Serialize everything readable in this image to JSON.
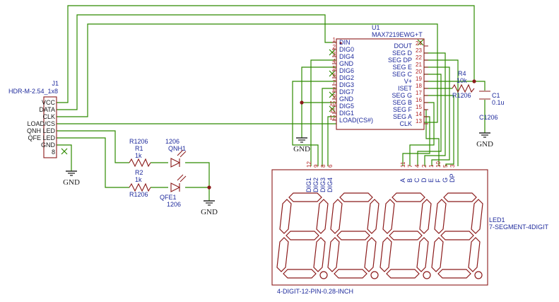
{
  "u1": {
    "ref": "U1",
    "value": "MAX7219EWG+T",
    "left_pins": [
      {
        "num": "1",
        "name": "DIN"
      },
      {
        "num": "2",
        "name": "DIG0"
      },
      {
        "num": "3",
        "name": "DIG4"
      },
      {
        "num": "4",
        "name": "GND"
      },
      {
        "num": "5",
        "name": "DIG6"
      },
      {
        "num": "6",
        "name": "DIG2"
      },
      {
        "num": "7",
        "name": "DIG3"
      },
      {
        "num": "8",
        "name": "DIG7"
      },
      {
        "num": "9",
        "name": "GND"
      },
      {
        "num": "10",
        "name": "DIG5"
      },
      {
        "num": "11",
        "name": "DIG1"
      },
      {
        "num": "12",
        "name": "LOAD(CS#)"
      }
    ],
    "right_pins": [
      {
        "num": "24",
        "name": "DOUT"
      },
      {
        "num": "23",
        "name": "SEG D"
      },
      {
        "num": "22",
        "name": "SEG DP"
      },
      {
        "num": "21",
        "name": "SEG E"
      },
      {
        "num": "20",
        "name": "SEG C"
      },
      {
        "num": "19",
        "name": "V+"
      },
      {
        "num": "18",
        "name": "ISET"
      },
      {
        "num": "17",
        "name": "SEG G"
      },
      {
        "num": "16",
        "name": "SEG B"
      },
      {
        "num": "15",
        "name": "SEG F"
      },
      {
        "num": "14",
        "name": "SEG A"
      },
      {
        "num": "13",
        "name": "CLK"
      }
    ]
  },
  "j1": {
    "ref": "J1",
    "value": "HDR-M-2.54_1x8",
    "pins": [
      "VCC",
      "DATA",
      "CLK",
      "LOAD/CS",
      "QNH LED",
      "QFE LED",
      "GND",
      "8"
    ]
  },
  "r1": {
    "package": "R1206",
    "ref": "R1",
    "value": "1k"
  },
  "r2": {
    "ref": "R2",
    "value": "1k",
    "package": "R1206"
  },
  "r4": {
    "ref": "R4",
    "value": "10k",
    "package": "R1206"
  },
  "c1": {
    "ref": "C1",
    "value": "0.1u",
    "package": "C1206"
  },
  "qnh1": {
    "package": "1206",
    "ref": "QNH1"
  },
  "qfe1": {
    "ref": "QFE1",
    "package": "1206"
  },
  "gnd_label": "GND",
  "led1": {
    "ref": "LED1",
    "value": "7-SEGMENT-4DIGIT",
    "footprint": "4-DIGIT-12-PIN-0.28-INCH",
    "digit_pins": [
      {
        "num": "12",
        "name": "DIG1"
      },
      {
        "num": "9",
        "name": "DIG2"
      },
      {
        "num": "8",
        "name": "DIG3"
      },
      {
        "num": "6",
        "name": "DIG4"
      }
    ],
    "seg_pins": [
      {
        "num": "11",
        "name": "A"
      },
      {
        "num": "7",
        "name": "B"
      },
      {
        "num": "4",
        "name": "C"
      },
      {
        "num": "2",
        "name": "D"
      },
      {
        "num": "1",
        "name": "E"
      },
      {
        "num": "10",
        "name": "F"
      },
      {
        "num": "5",
        "name": "G"
      },
      {
        "num": "3",
        "name": "DP"
      }
    ]
  },
  "colors": {
    "wire": "#2e8b00",
    "body": "#8b1a1a",
    "text": "#1e2a9c",
    "pin_number": "#b22222"
  }
}
